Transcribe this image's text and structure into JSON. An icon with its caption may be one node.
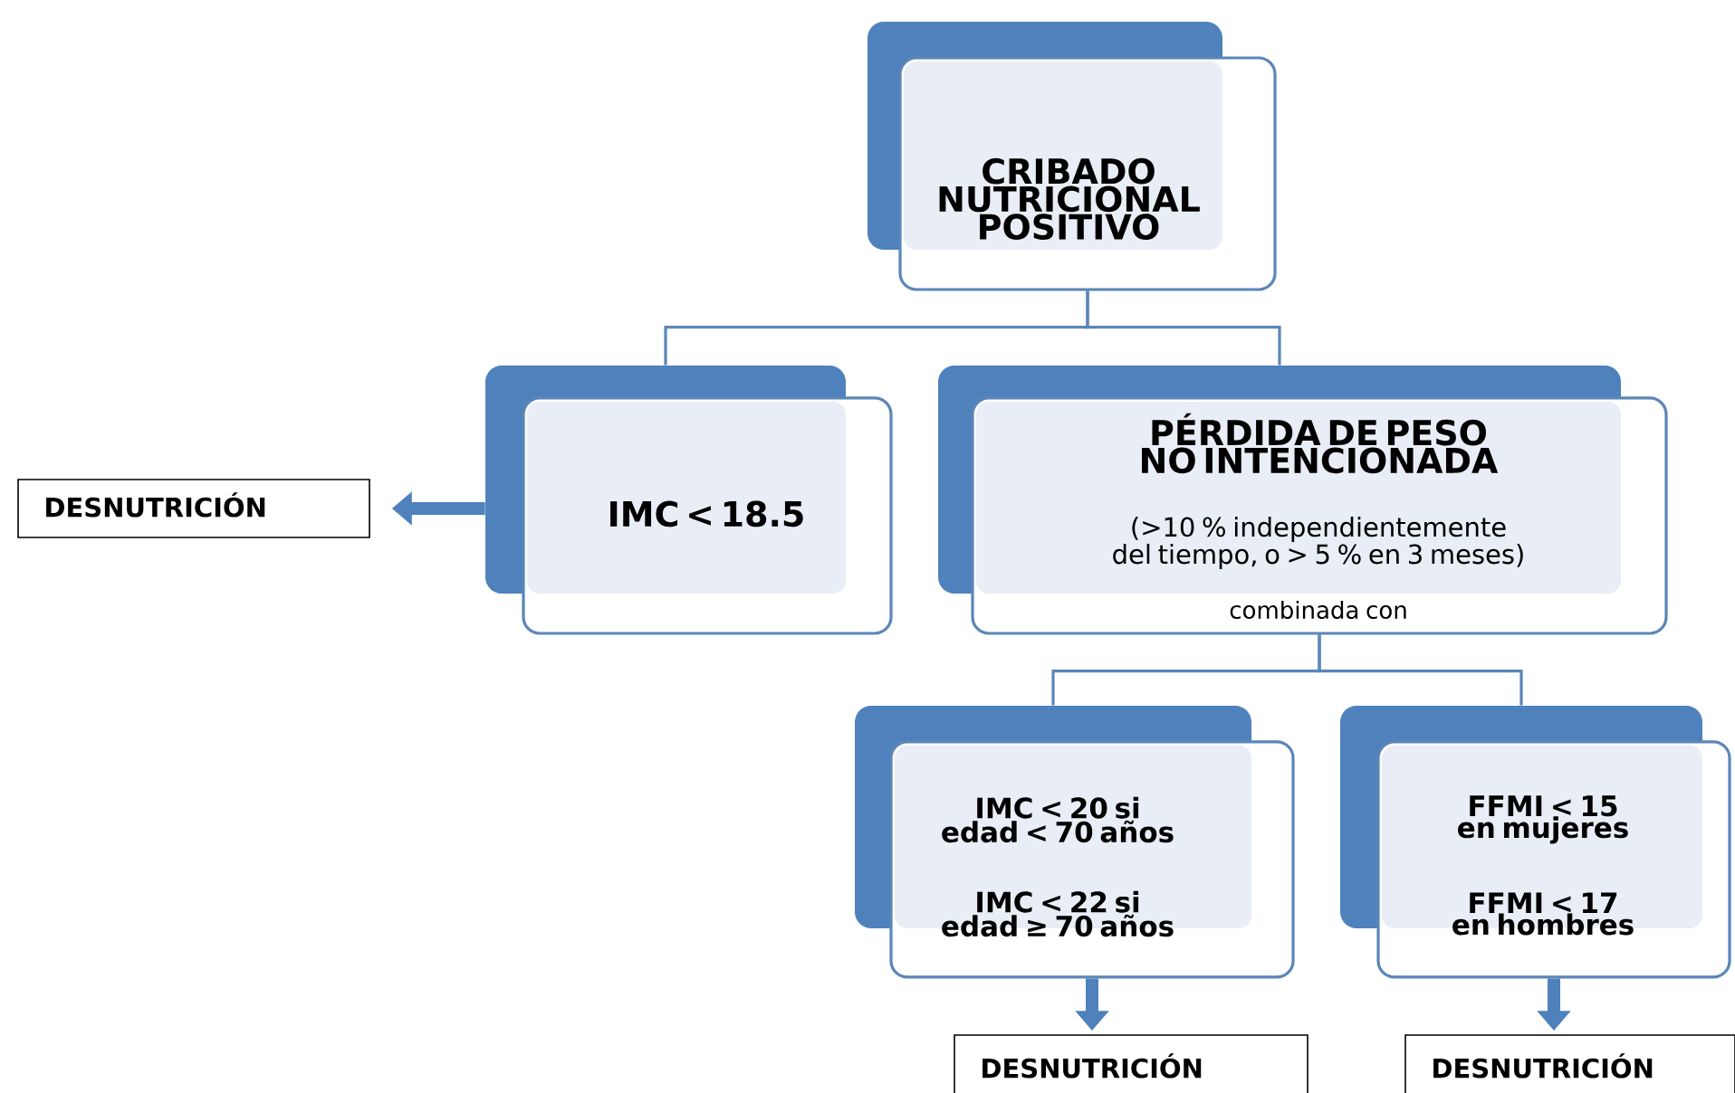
{
  "diagram": {
    "nodes": [
      {
        "text": [
          "CRIBADO NUTRICIONAL POSITIVO"
        ]
      },
      {
        "text": [
          "IMC < 18.5"
        ]
      },
      {
        "text": [
          "PÉRDIDA DE PESO NO INTENCIONADA",
          "(>10 % independientemente del tiempo, o > 5 % en 3 meses)",
          "combinada con"
        ]
      },
      {
        "text": [
          "IMC < 20 si edad < 70 años",
          "IMC < 22 si edad ≥ 70 años"
        ]
      },
      {
        "text": [
          "FFMI < 15 en mujeres",
          "FFMI < 17 en hombres"
        ]
      },
      {
        "text": [
          "DESNUTRICIÓN"
        ]
      },
      {
        "text": [
          "DESNUTRICIÓN"
        ]
      },
      {
        "text": [
          "DESNUTRICIÓN"
        ]
      }
    ],
    "edges": [
      {
        "from": 0,
        "to": 1,
        "arrow": "none"
      },
      {
        "from": 0,
        "to": 2,
        "arrow": "none"
      },
      {
        "from": 2,
        "to": 3,
        "arrow": "none"
      },
      {
        "from": 2,
        "to": 4,
        "arrow": "none"
      },
      {
        "from": 1,
        "to": 5,
        "arrow": "to",
        "style": "thick"
      },
      {
        "from": 3,
        "to": 6,
        "arrow": "to",
        "style": "thick"
      },
      {
        "from": 4,
        "to": 7,
        "arrow": "to",
        "style": "thick"
      }
    ]
  }
}
